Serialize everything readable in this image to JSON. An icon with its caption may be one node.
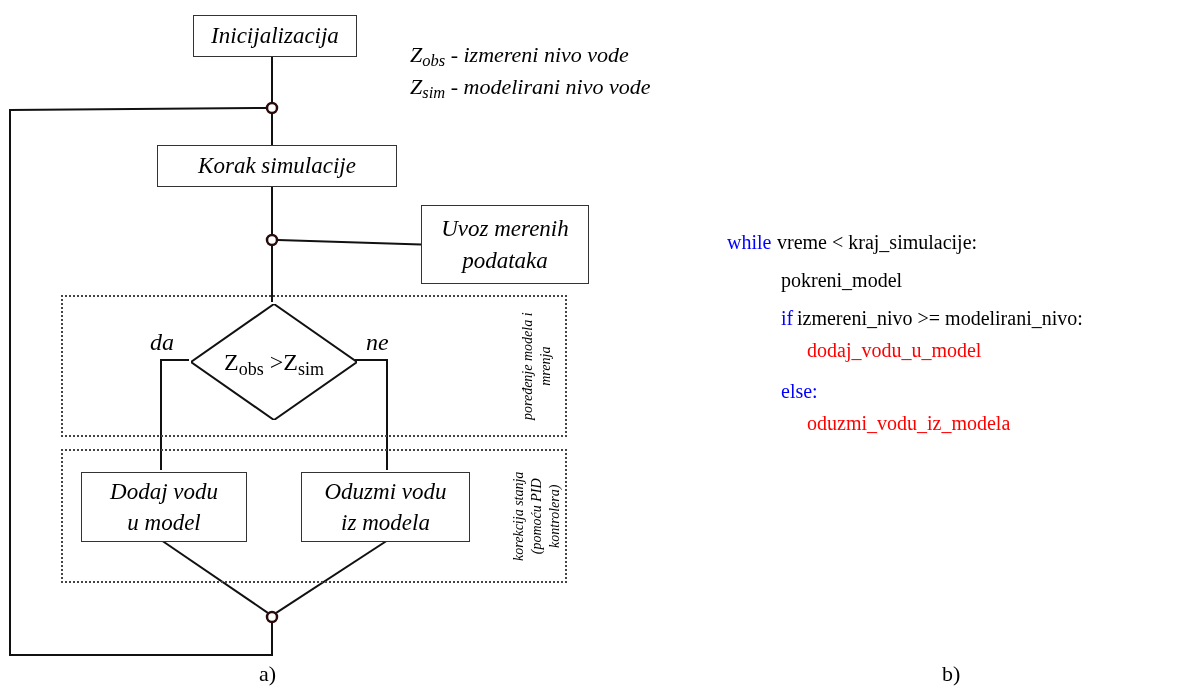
{
  "diagram": {
    "nodes": [
      {
        "text": [
          "Inicijalizacija"
        ]
      },
      {
        "text": [],
        "shape": "circle"
      },
      {
        "text": [
          "Korak simulacije"
        ]
      },
      {
        "text": [],
        "shape": "circle"
      },
      {
        "text": [
          "Uvoz merenih podataka"
        ]
      },
      {
        "text": [
          "poređenje modela i mrenja"
        ]
      },
      {
        "text": [
          "Z$_{obs}$ >Z$_{sim}$"
        ],
        "in": 5
      },
      {
        "text": [
          "korekcija stanja (pomoću PID kontrolera)"
        ]
      },
      {
        "text": [
          "Dodaj vodu u model"
        ],
        "in": 7
      },
      {
        "text": [
          "Oduzmi vodu iz modela"
        ],
        "in": 7
      },
      {
        "text": [],
        "shape": "circle"
      }
    ],
    "edges": [
      {
        "from": 0,
        "to": 1,
        "arrow": "none"
      },
      {
        "from": 1,
        "to": 2,
        "arrow": "none"
      },
      {
        "from": 2,
        "to": 3,
        "arrow": "none"
      },
      {
        "from": 4,
        "to": 3,
        "arrow": "none"
      },
      {
        "from": 3,
        "to": 6,
        "arrow": "none"
      },
      {
        "from": 6,
        "to": 8,
        "label": "da",
        "arrow": "none"
      },
      {
        "from": 6,
        "to": 9,
        "label": "ne",
        "arrow": "none"
      },
      {
        "from": 8,
        "to": 10,
        "arrow": "none"
      },
      {
        "from": 9,
        "to": 10,
        "arrow": "none"
      },
      {
        "from": 10,
        "to": 1,
        "arrow": "none"
      }
    ],
    "labels": [
      "Z$_{obs}$ - izmereni nivo vode",
      "Z$_{sim}$ - modelirani nivo vode",
      "a)",
      "while",
      "vreme < kraj_simulacije:",
      "pokreni_model",
      "if",
      "izmereni_nivo >= modelirani_nivo:",
      "dodaj_vodu_u_model",
      "else:",
      "oduzmi_vodu_iz_modela",
      "b)"
    ]
  }
}
